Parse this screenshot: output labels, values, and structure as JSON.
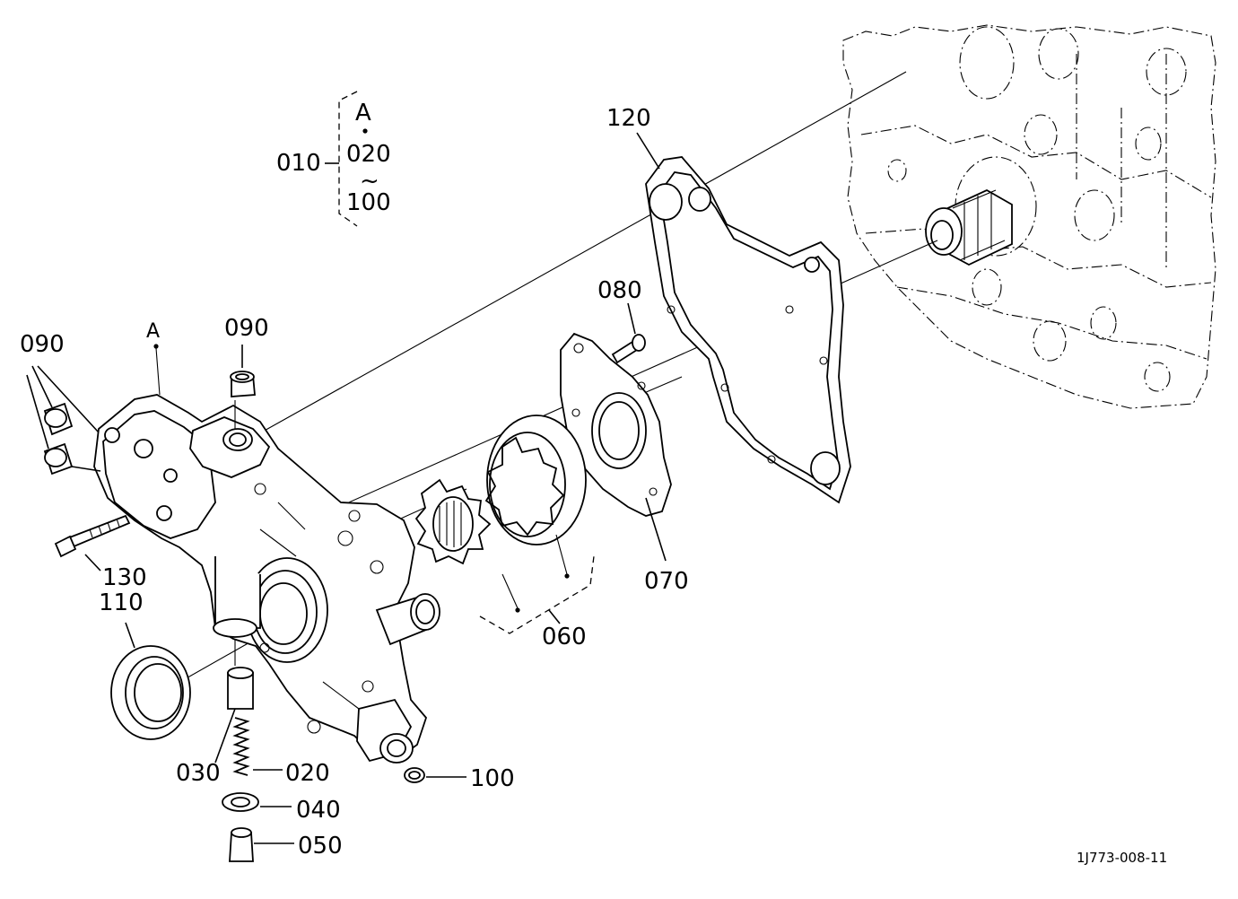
{
  "assembly": {
    "group_label": "010",
    "sub_a": "A",
    "sub_from": "020",
    "sub_tilde": "~",
    "sub_to": "100"
  },
  "callouts": {
    "c090_left": "090",
    "c_a": "A",
    "c090_top": "090",
    "c130": "130",
    "c110": "110",
    "c030": "030",
    "c020": "020",
    "c040": "040",
    "c050": "050",
    "c100": "100",
    "c060": "060",
    "c070": "070",
    "c080": "080",
    "c120": "120"
  },
  "drawing_code": "1J773-008-11"
}
